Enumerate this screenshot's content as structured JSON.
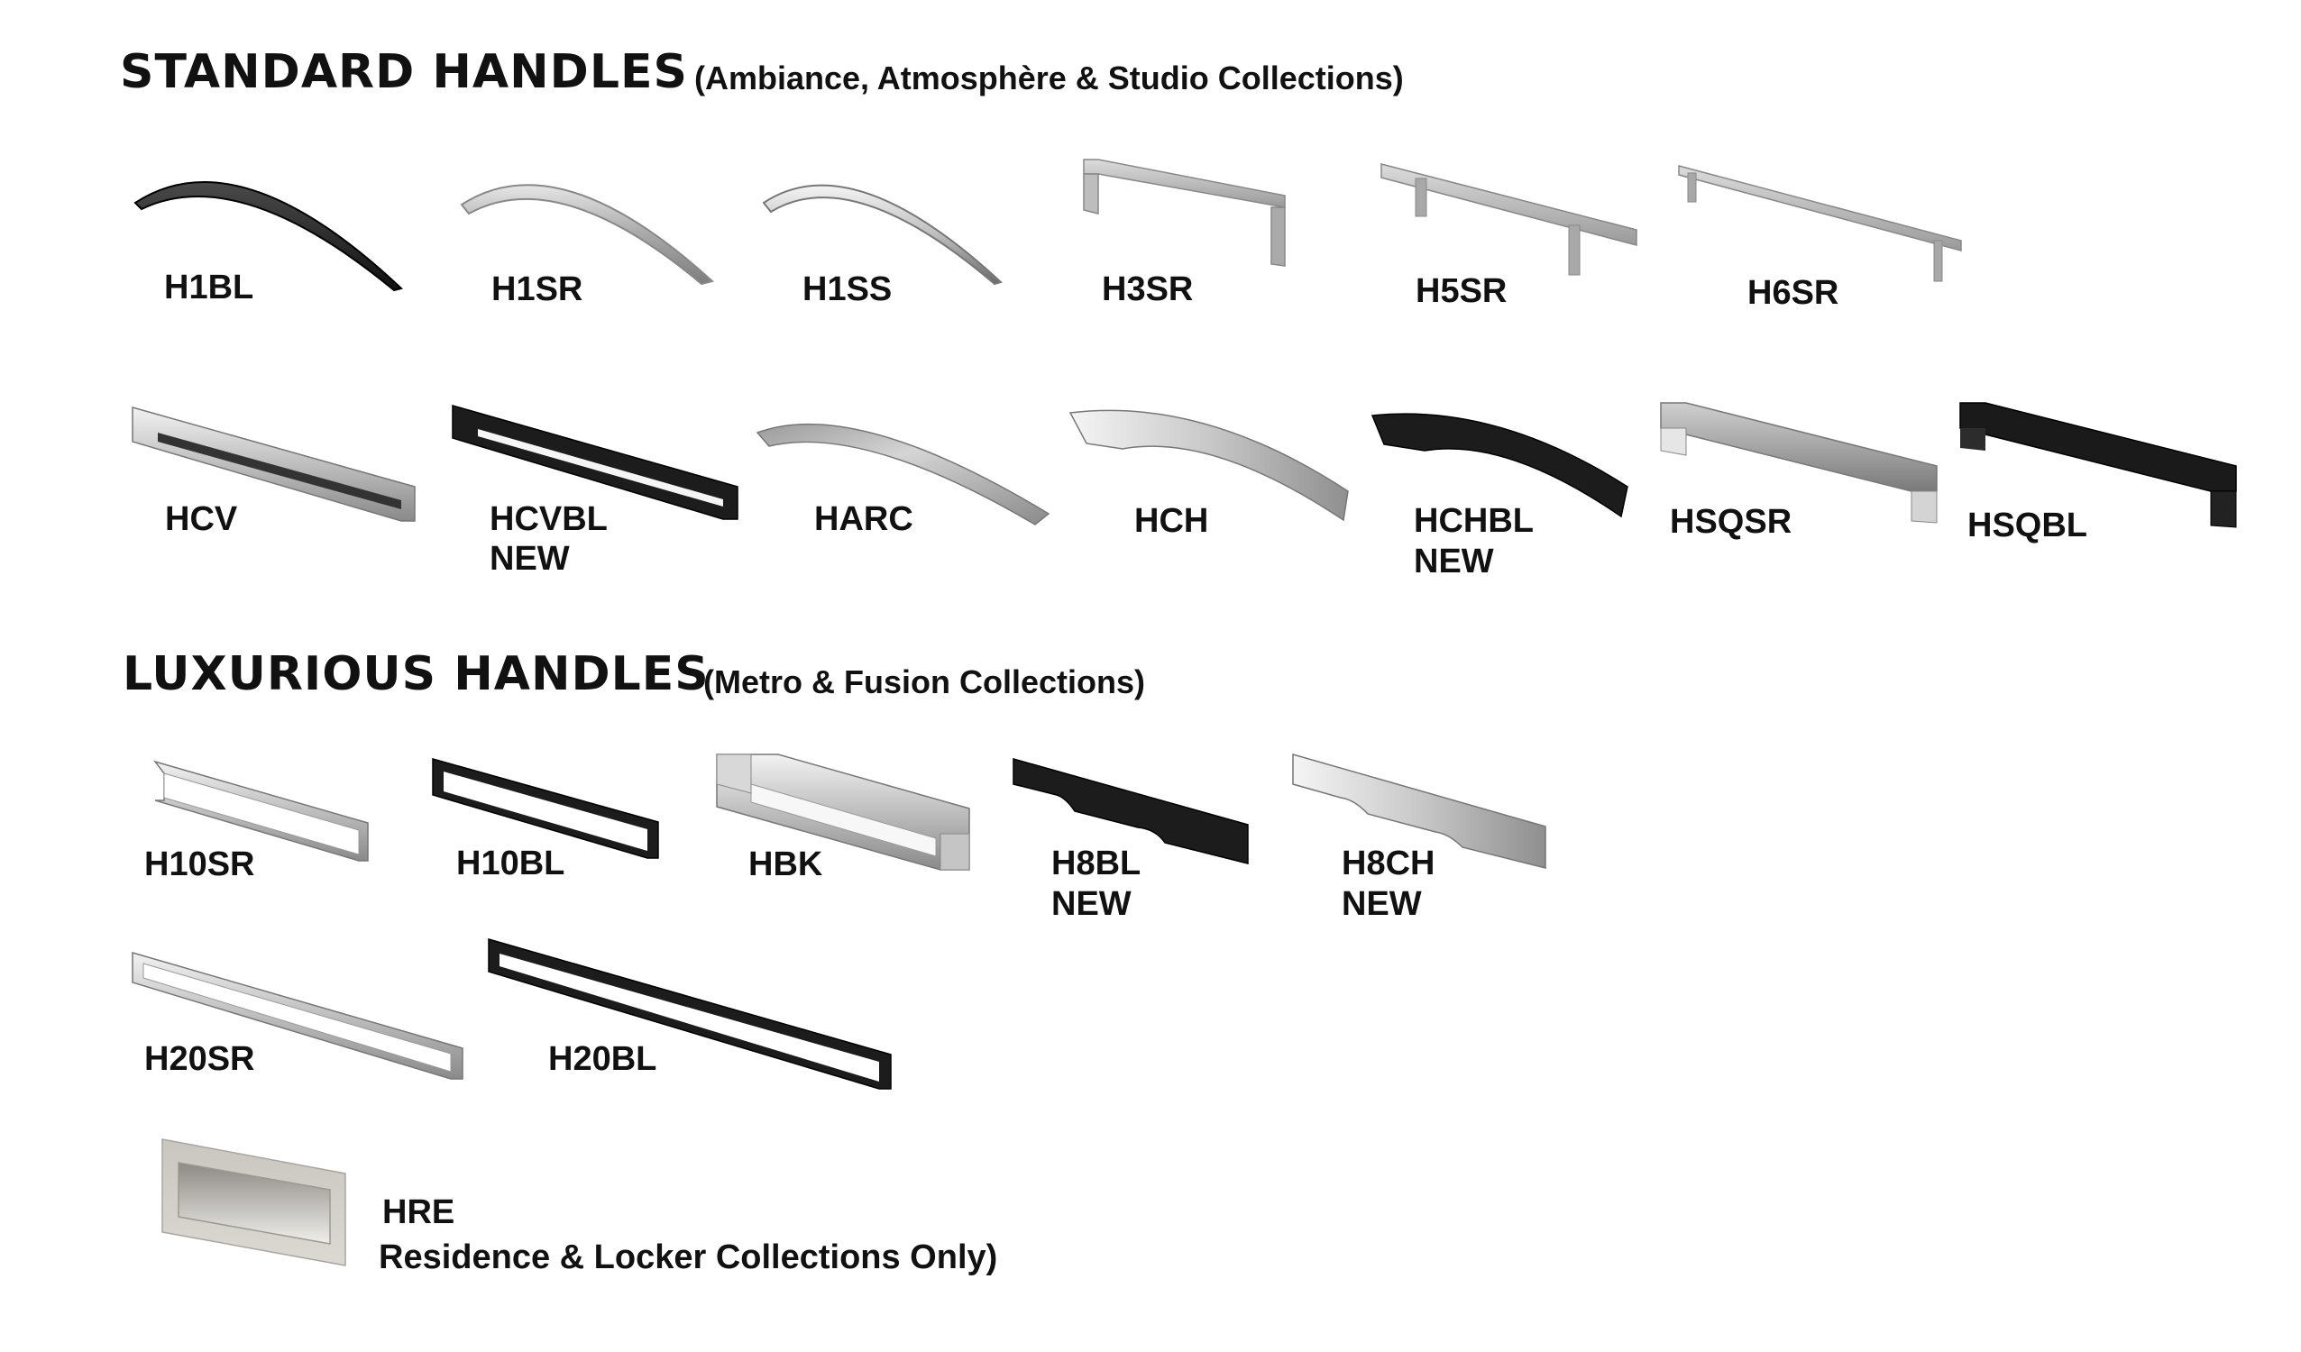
{
  "standard": {
    "title": "STANDARD HANDLES",
    "subtitle": "(Ambiance, Atmosphère & Studio Collections)",
    "row1": [
      {
        "code": "H1BL",
        "icon": "curved-arc-handle-black"
      },
      {
        "code": "H1SR",
        "icon": "curved-arc-handle-brushed"
      },
      {
        "code": "H1SS",
        "icon": "curved-arc-handle-stainless"
      },
      {
        "code": "H3SR",
        "icon": "square-bar-handle-brushed"
      },
      {
        "code": "H5SR",
        "icon": "bar-pull-handle-brushed"
      },
      {
        "code": "H6SR",
        "icon": "long-bar-pull-handle-brushed"
      }
    ],
    "row2": [
      {
        "code": "HCV",
        "tag": "",
        "icon": "channel-handle-silver"
      },
      {
        "code": "HCVBL",
        "tag": "NEW",
        "icon": "channel-handle-black"
      },
      {
        "code": "HARC",
        "tag": "",
        "icon": "arched-bow-handle-silver"
      },
      {
        "code": "HCH",
        "tag": "",
        "icon": "flat-arch-handle-chrome"
      },
      {
        "code": "HCHBL",
        "tag": "NEW",
        "icon": "flat-arch-handle-black"
      },
      {
        "code": "HSQSR",
        "tag": "",
        "icon": "square-block-handle-brushed"
      },
      {
        "code": "HSQBL",
        "tag": "",
        "icon": "square-block-handle-black"
      }
    ]
  },
  "luxurious": {
    "title": "LUXURIOUS HANDLES",
    "subtitle": "(Metro & Fusion Collections)",
    "row1": [
      {
        "code": "H10SR",
        "tag": "",
        "icon": "frame-handle-silver"
      },
      {
        "code": "H10BL",
        "tag": "",
        "icon": "frame-handle-black"
      },
      {
        "code": "HBK",
        "tag": "",
        "icon": "block-frame-handle-silver"
      },
      {
        "code": "H8BL",
        "tag": "NEW",
        "icon": "cutout-plate-handle-black"
      },
      {
        "code": "H8CH",
        "tag": "NEW",
        "icon": "cutout-plate-handle-chrome"
      }
    ],
    "row2": [
      {
        "code": "H20SR",
        "icon": "long-frame-handle-silver"
      },
      {
        "code": "H20BL",
        "icon": "long-frame-handle-black"
      }
    ],
    "recessed": {
      "code": "HRE",
      "note": "Residence & Locker Collections Only)",
      "icon": "recessed-pull-handle"
    }
  },
  "colors": {
    "black": "#1c1c1c",
    "silver": "#b8b8b8",
    "chrome": "#e2e2e2",
    "dark_steel": "#6f6f6f"
  }
}
